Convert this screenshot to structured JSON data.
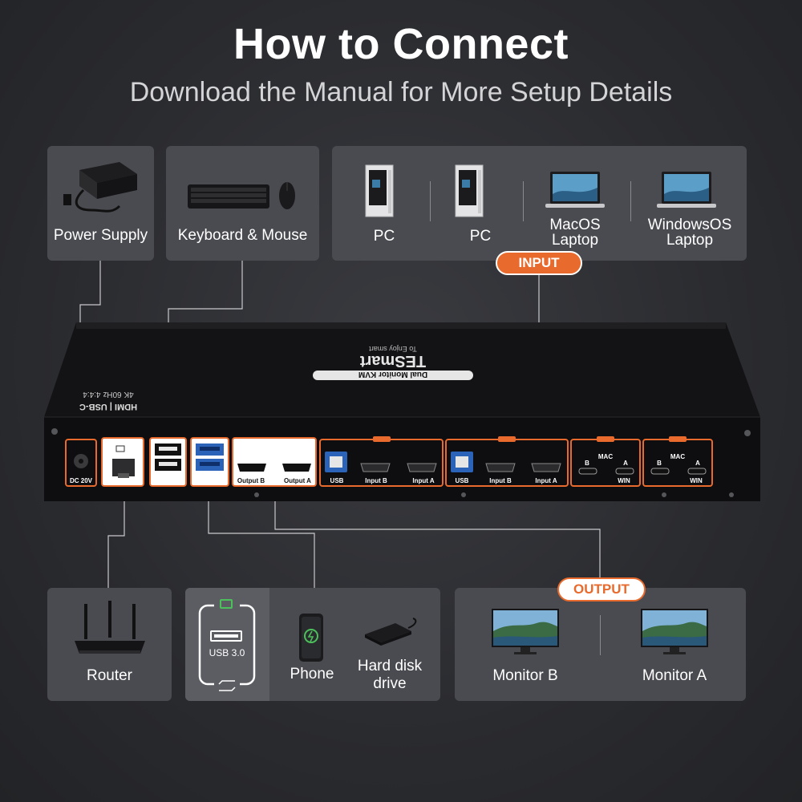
{
  "header": {
    "title": "How to Connect",
    "subtitle": "Download the Manual for More Setup Details"
  },
  "top_cards": {
    "power_supply": "Power Supply",
    "keyboard_mouse": "Keyboard & Mouse",
    "inputs": [
      {
        "label_line1": "PC",
        "label_line2": ""
      },
      {
        "label_line1": "PC",
        "label_line2": ""
      },
      {
        "label_line1": "MacOS",
        "label_line2": "Laptop"
      },
      {
        "label_line1": "WindowsOS",
        "label_line2": "Laptop"
      }
    ]
  },
  "badges": {
    "input": "INPUT",
    "output": "OUTPUT"
  },
  "device": {
    "brand": "TESmart",
    "tagline": "To Enjoy smart",
    "model_text": "Dual Monitor KVM",
    "side_line1": "HDMI | USB-C",
    "side_line2": "4K 60Hz 4:4:4",
    "ports": {
      "dc": "DC 20V",
      "usb": "USB",
      "input_b": "Input B",
      "input_a": "Input A",
      "output_b": "Output B",
      "output_a": "Output A",
      "mac": "MAC",
      "win": "WIN",
      "b": "B",
      "a": "A"
    }
  },
  "bottom_cards": {
    "router": "Router",
    "usb_label": "USB 3.0",
    "phone": "Phone",
    "hdd_line1": "Hard disk",
    "hdd_line2": "drive",
    "monitor_b": "Monitor B",
    "monitor_a": "Monitor A"
  },
  "colors": {
    "accent": "#e86a2c",
    "card": "#4a4b50",
    "background": "#2a2b2f"
  }
}
